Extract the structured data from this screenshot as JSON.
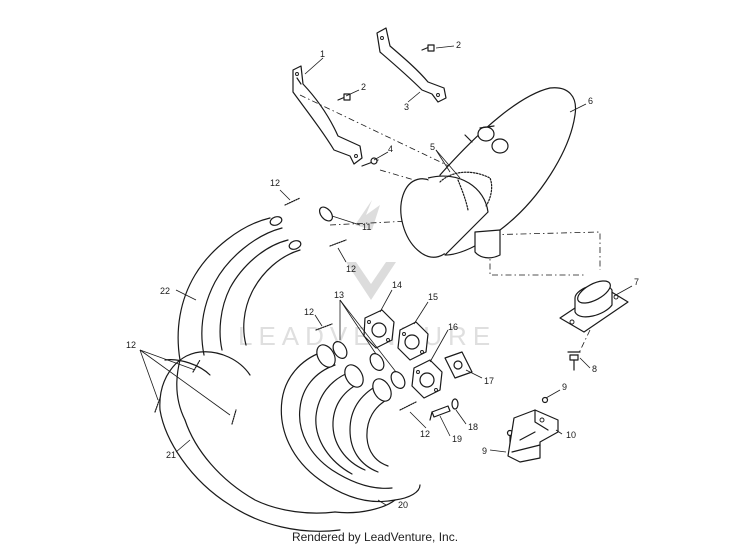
{
  "watermark": {
    "text": "LEADVENTURE"
  },
  "footer": {
    "text": "Rendered by LeadVenture, Inc."
  },
  "callouts": {
    "c1": "1",
    "c2a": "2",
    "c2b": "2",
    "c3": "3",
    "c4": "4",
    "c5": "5",
    "c6": "6",
    "c7": "7",
    "c8": "8",
    "c9a": "9",
    "c9b": "9",
    "c10": "10",
    "c11": "11",
    "c12a": "12",
    "c12b": "12",
    "c12c": "12",
    "c12d": "12",
    "c12e": "12",
    "c13": "13",
    "c14": "14",
    "c15": "15",
    "c16": "16",
    "c17": "17",
    "c18": "18",
    "c19": "19",
    "c20": "20",
    "c21": "21",
    "c22": "22"
  }
}
